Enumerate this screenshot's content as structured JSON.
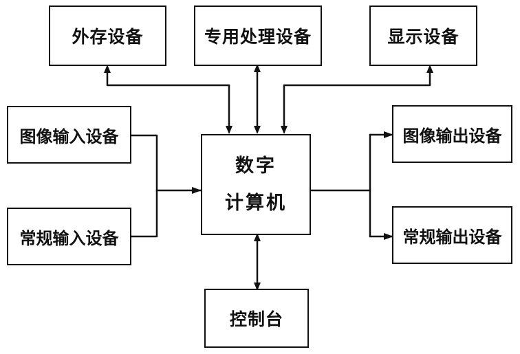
{
  "diagram": {
    "blocks": {
      "external_storage": "外存设备",
      "special_processing": "专用处理设备",
      "display": "显示设备",
      "image_input": "图像输入设备",
      "normal_input": "常规输入设备",
      "computer_line1": "数字",
      "computer_line2": "计算机",
      "image_output": "图像输出设备",
      "normal_output": "常规输出设备",
      "console": "控制台"
    },
    "colors": {
      "line": "#111111",
      "background": "#ffffff"
    }
  }
}
